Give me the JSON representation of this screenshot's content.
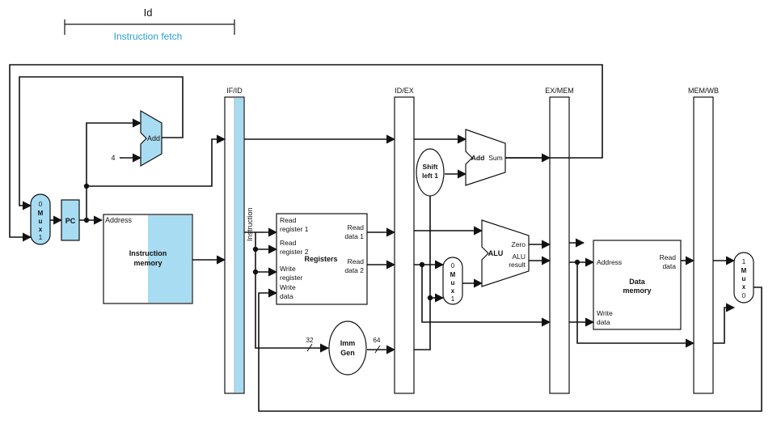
{
  "header": {
    "stage_name": "Id",
    "stage_subtitle": "Instruction fetch"
  },
  "pipeline_registers": {
    "if_id": "IF/ID",
    "id_ex": "ID/EX",
    "ex_mem": "EX/MEM",
    "mem_wb": "MEM/WB",
    "instruction_label": "Instruction"
  },
  "pc": {
    "label": "PC"
  },
  "pc_add": {
    "label": "Add",
    "const": "4"
  },
  "mux_pc": {
    "top": "0",
    "m": "M",
    "u": "u",
    "x": "x",
    "bottom": "1"
  },
  "instruction_memory": {
    "address": "Address",
    "line1": "Instruction",
    "line2": "memory"
  },
  "registers": {
    "title": "Registers",
    "read_reg1_a": "Read",
    "read_reg1_b": "register 1",
    "read_reg2_a": "Read",
    "read_reg2_b": "register 2",
    "write_reg_a": "Write",
    "write_reg_b": "register",
    "write_data_a": "Write",
    "write_data_b": "data",
    "read_data1_a": "Read",
    "read_data1_b": "data 1",
    "read_data2_a": "Read",
    "read_data2_b": "data 2"
  },
  "imm_gen": {
    "line1": "Imm",
    "line2": "Gen",
    "in_bits": "32",
    "out_bits": "64"
  },
  "shift_left": {
    "line1": "Shift",
    "line2": "left 1"
  },
  "branch_add": {
    "label": "Add",
    "out": "Sum"
  },
  "mux_alu": {
    "top": "0",
    "m": "M",
    "u": "u",
    "x": "x",
    "bottom": "1"
  },
  "alu": {
    "label": "ALU",
    "zero": "Zero",
    "result_a": "ALU",
    "result_b": "result"
  },
  "data_memory": {
    "address": "Address",
    "read_a": "Read",
    "read_b": "data",
    "line1": "Data",
    "line2": "memory",
    "write_a": "Write",
    "write_b": "data"
  },
  "mux_wb": {
    "top": "1",
    "m": "M",
    "u": "u",
    "x": "x",
    "bottom": "0"
  }
}
